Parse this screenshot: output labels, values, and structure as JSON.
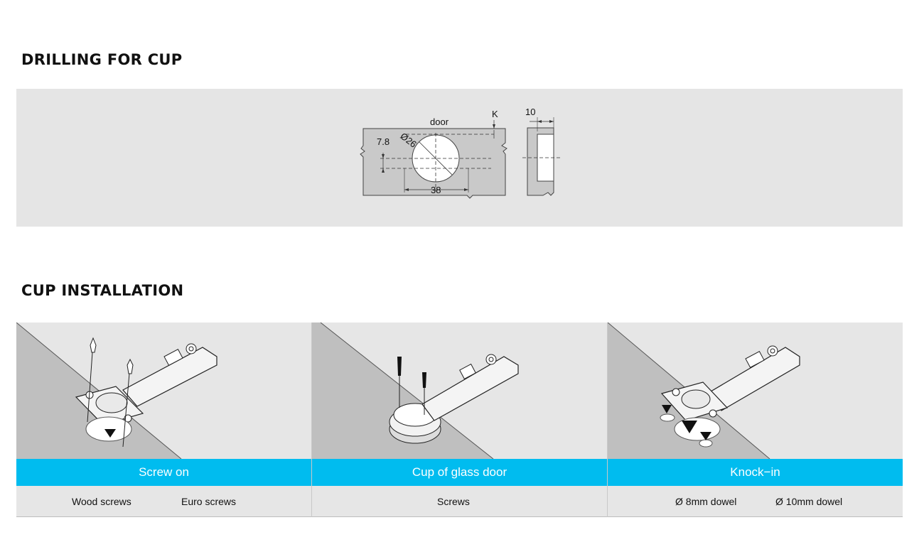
{
  "sections": {
    "drilling_title": "DRILLING FOR CUP",
    "installation_title": "CUP INSTALLATION"
  },
  "drilling": {
    "door_label": "door",
    "k_label": "K",
    "dim_7_8": "7.8",
    "dim_26": "Ø26",
    "dim_38": "38",
    "dim_10": "10"
  },
  "installation": [
    {
      "method": "Screw on",
      "options": [
        "Wood screws",
        "Euro screws"
      ]
    },
    {
      "method": "Cup of glass door",
      "options": [
        "Screws"
      ]
    },
    {
      "method": "Knock−in",
      "options": [
        "Ø 8mm dowel",
        "Ø 10mm dowel"
      ]
    }
  ],
  "colors": {
    "accent_band": "#00bcef",
    "panel_bg": "#e5e5e5"
  }
}
